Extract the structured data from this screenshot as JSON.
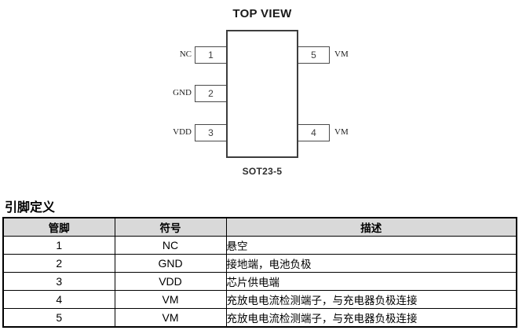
{
  "diagram": {
    "title": "TOP VIEW",
    "package": "SOT23-5",
    "pins": [
      {
        "number": "1",
        "name": "NC",
        "side": "left"
      },
      {
        "number": "2",
        "name": "GND",
        "side": "left"
      },
      {
        "number": "3",
        "name": "VDD",
        "side": "left"
      },
      {
        "number": "4",
        "name": "VM",
        "side": "right"
      },
      {
        "number": "5",
        "name": "VM",
        "side": "right"
      }
    ]
  },
  "pin_definitions": {
    "section_title": "引脚定义",
    "headers": [
      "管脚",
      "符号",
      "描述"
    ],
    "rows": [
      [
        "1",
        "NC",
        "悬空"
      ],
      [
        "2",
        "GND",
        "接地端，电池负极"
      ],
      [
        "3",
        "VDD",
        "芯片供电端"
      ],
      [
        "4",
        "VM",
        "充放电电流检测端子，与充电器负极连接"
      ],
      [
        "5",
        "VM",
        "充放电电流检测端子，与充电器负极连接"
      ]
    ],
    "colors": {
      "header_bg": "#d9d9d9",
      "border": "#000000"
    }
  }
}
